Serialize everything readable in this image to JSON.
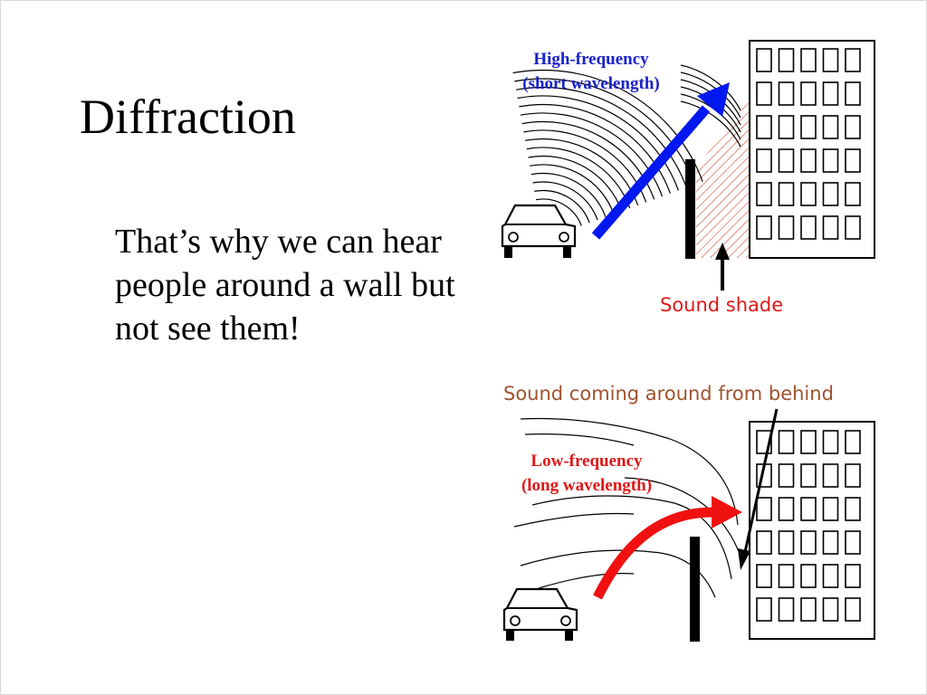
{
  "slide": {
    "title": "Diffraction",
    "body": "That’s why we can hear people around a wall but not see them!"
  },
  "top_diagram": {
    "label_line1": "High-frequency",
    "label_line2": "(short wavelength)",
    "shade_label": "Sound shade",
    "arrow_color": "#0018f0",
    "label_color": "#1a22c8",
    "shade_color": "#d0553a"
  },
  "bottom_diagram": {
    "caption": "Sound coming around from behind",
    "label_line1": "Low-frequency",
    "label_line2": "(long wavelength)",
    "arrow_color": "#f01010",
    "label_color": "#e01818",
    "caption_color": "#a0522d"
  },
  "icons": [
    "car-icon",
    "building-icon",
    "wall-icon"
  ]
}
